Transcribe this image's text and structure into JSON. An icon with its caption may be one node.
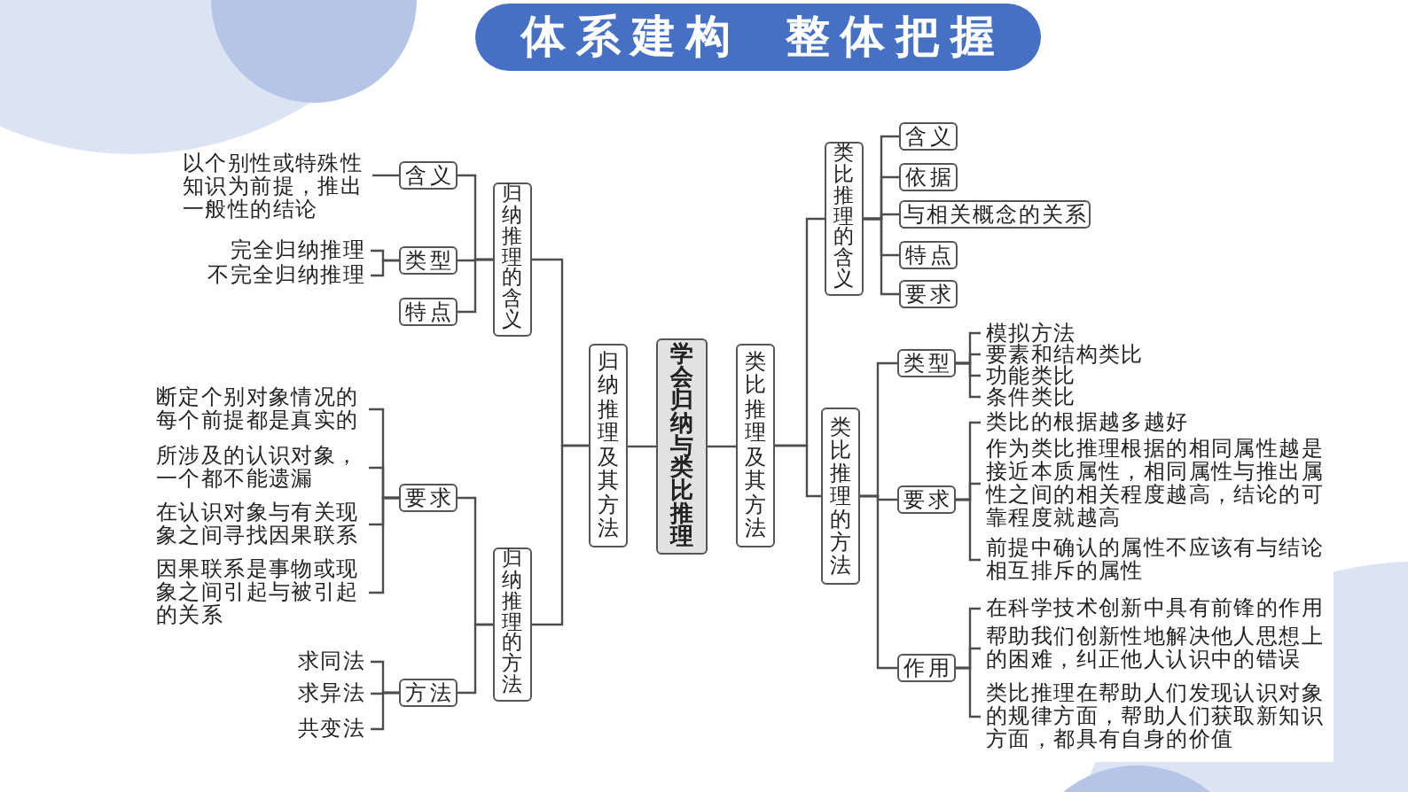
{
  "diagram": {
    "title": "体系建构 整体把握",
    "nodes": [
      {
        "text": [
          "学会归纳与类比推理"
        ]
      },
      {
        "text": [
          "归纳推理及其方法"
        ]
      },
      {
        "text": [
          "归纳推理的含义"
        ]
      },
      {
        "text": [
          "含义"
        ]
      },
      {
        "text": [
          "以个别性或特殊性知识为前提，推出一般性的结论"
        ]
      },
      {
        "text": [
          "类型"
        ]
      },
      {
        "text": [
          "完全归纳推理"
        ]
      },
      {
        "text": [
          "不完全归纳推理"
        ]
      },
      {
        "text": [
          "特点"
        ]
      },
      {
        "text": [
          "归纳推理的方法"
        ]
      },
      {
        "text": [
          "要求"
        ]
      },
      {
        "text": [
          "断定个别对象情况的每个前提都是真实的"
        ]
      },
      {
        "text": [
          "所涉及的认识对象，一个都不能遗漏"
        ]
      },
      {
        "text": [
          "在认识对象与有关现象之间寻找因果联系"
        ]
      },
      {
        "text": [
          "因果联系是事物或现象之间引起与被引起的关系"
        ]
      },
      {
        "text": [
          "方法"
        ]
      },
      {
        "text": [
          "求同法"
        ]
      },
      {
        "text": [
          "求异法"
        ]
      },
      {
        "text": [
          "共变法"
        ]
      },
      {
        "text": [
          "类比推理及其方法"
        ]
      },
      {
        "text": [
          "类比推理的含义"
        ]
      },
      {
        "text": [
          "含义"
        ]
      },
      {
        "text": [
          "依据"
        ]
      },
      {
        "text": [
          "与相关概念的关系"
        ]
      },
      {
        "text": [
          "特点"
        ]
      },
      {
        "text": [
          "要求"
        ]
      },
      {
        "text": [
          "类比推理的方法"
        ]
      },
      {
        "text": [
          "类型"
        ]
      },
      {
        "text": [
          "模拟方法"
        ]
      },
      {
        "text": [
          "要素和结构类比"
        ]
      },
      {
        "text": [
          "功能类比"
        ]
      },
      {
        "text": [
          "条件类比"
        ]
      },
      {
        "text": [
          "要求"
        ]
      },
      {
        "text": [
          "类比的根据越多越好"
        ]
      },
      {
        "text": [
          "作为类比推理根据的相同属性越是接近本质属性，相同属性与推出属性之间的相关程度越高，结论的可靠程度就越高"
        ]
      },
      {
        "text": [
          "前提中确认的属性不应该有与结论相互排斥的属性"
        ]
      },
      {
        "text": [
          "作用"
        ]
      },
      {
        "text": [
          "在科学技术创新中具有前锋的作用"
        ]
      },
      {
        "text": [
          "帮助我们创新性地解决他人思想上的困难，纠正他人认识中的错误"
        ]
      },
      {
        "text": [
          "类比推理在帮助人们发现认识对象的规律方面，帮助人们获取新知识方面，都具有自身的价值"
        ]
      }
    ],
    "edges": [
      {
        "from": 0,
        "to": 1,
        "arrow": "none"
      },
      {
        "from": 1,
        "to": 2,
        "arrow": "none"
      },
      {
        "from": 2,
        "to": 3,
        "arrow": "none"
      },
      {
        "from": 3,
        "to": 4,
        "arrow": "none"
      },
      {
        "from": 2,
        "to": 5,
        "arrow": "none"
      },
      {
        "from": 5,
        "to": 6,
        "arrow": "none"
      },
      {
        "from": 5,
        "to": 7,
        "arrow": "none"
      },
      {
        "from": 2,
        "to": 8,
        "arrow": "none"
      },
      {
        "from": 1,
        "to": 9,
        "arrow": "none"
      },
      {
        "from": 9,
        "to": 10,
        "arrow": "none"
      },
      {
        "from": 10,
        "to": 11,
        "arrow": "none"
      },
      {
        "from": 10,
        "to": 12,
        "arrow": "none"
      },
      {
        "from": 10,
        "to": 13,
        "arrow": "none"
      },
      {
        "from": 10,
        "to": 14,
        "arrow": "none"
      },
      {
        "from": 9,
        "to": 15,
        "arrow": "none"
      },
      {
        "from": 15,
        "to": 16,
        "arrow": "none"
      },
      {
        "from": 15,
        "to": 17,
        "arrow": "none"
      },
      {
        "from": 15,
        "to": 18,
        "arrow": "none"
      },
      {
        "from": 0,
        "to": 19,
        "arrow": "none"
      },
      {
        "from": 19,
        "to": 20,
        "arrow": "none"
      },
      {
        "from": 20,
        "to": 21,
        "arrow": "none"
      },
      {
        "from": 20,
        "to": 22,
        "arrow": "none"
      },
      {
        "from": 20,
        "to": 23,
        "arrow": "none"
      },
      {
        "from": 20,
        "to": 24,
        "arrow": "none"
      },
      {
        "from": 20,
        "to": 25,
        "arrow": "none"
      },
      {
        "from": 19,
        "to": 26,
        "arrow": "none"
      },
      {
        "from": 26,
        "to": 27,
        "arrow": "none"
      },
      {
        "from": 27,
        "to": 28,
        "arrow": "none"
      },
      {
        "from": 27,
        "to": 29,
        "arrow": "none"
      },
      {
        "from": 27,
        "to": 30,
        "arrow": "none"
      },
      {
        "from": 27,
        "to": 31,
        "arrow": "none"
      },
      {
        "from": 26,
        "to": 32,
        "arrow": "none"
      },
      {
        "from": 32,
        "to": 33,
        "arrow": "none"
      },
      {
        "from": 32,
        "to": 34,
        "arrow": "none"
      },
      {
        "from": 32,
        "to": 35,
        "arrow": "none"
      },
      {
        "from": 26,
        "to": 36,
        "arrow": "none"
      },
      {
        "from": 36,
        "to": 37,
        "arrow": "none"
      },
      {
        "from": 36,
        "to": 38,
        "arrow": "none"
      },
      {
        "from": 36,
        "to": 39,
        "arrow": "none"
      }
    ]
  }
}
